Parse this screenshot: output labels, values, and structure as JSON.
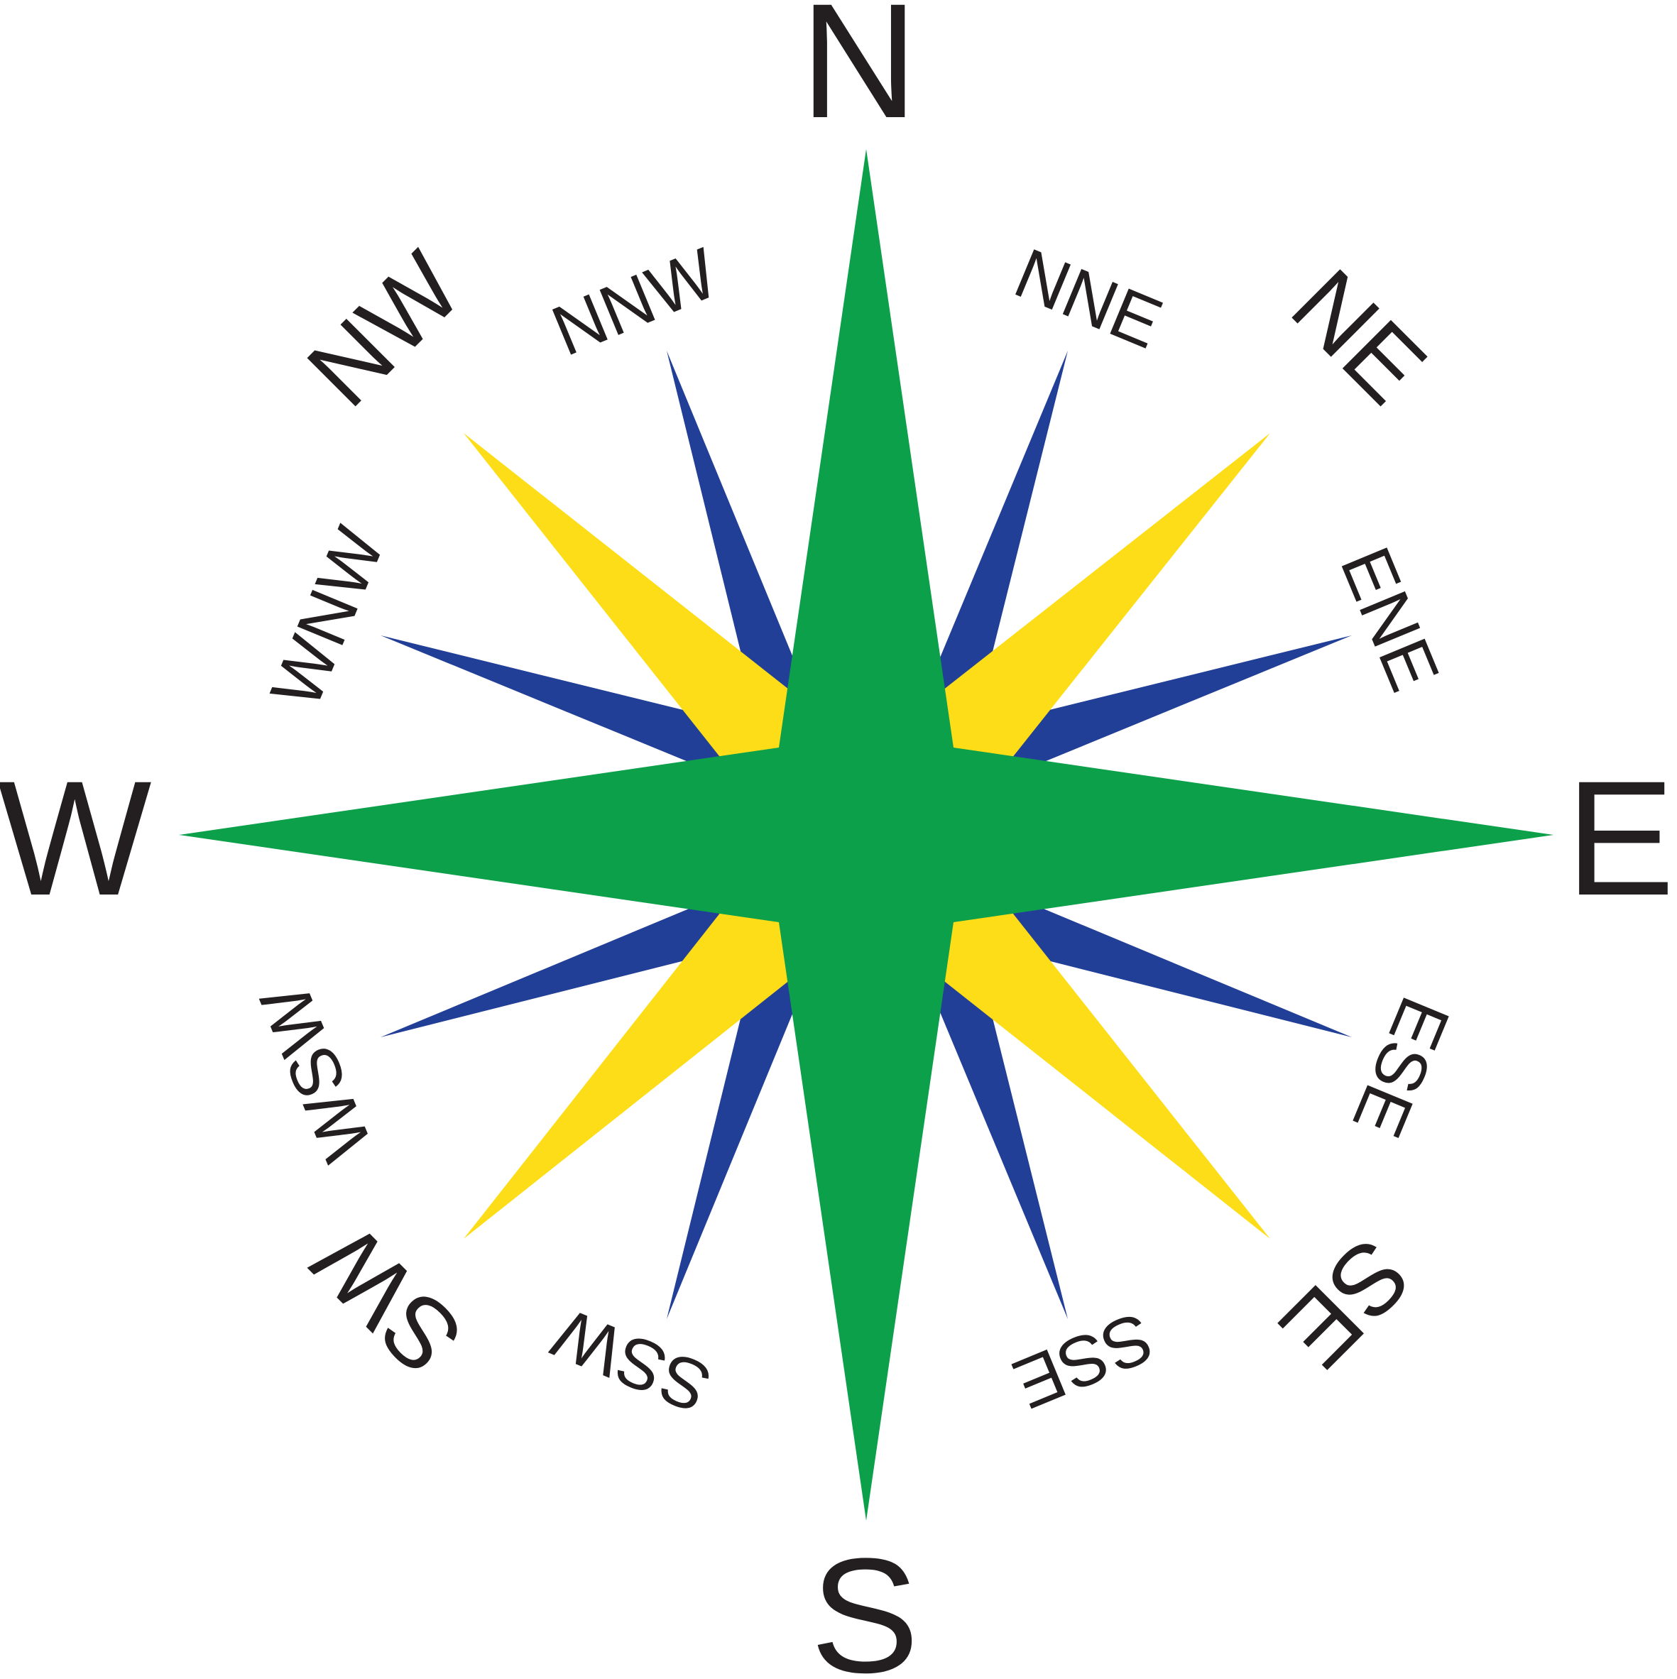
{
  "colors": {
    "cardinal_rays": "#0da04b",
    "intercardinal_rays": "#fddd17",
    "secondary_rays": "#223f97",
    "label_text": "#231f20",
    "background": "#ffffff"
  },
  "labels": {
    "cardinal": {
      "n": "N",
      "e": "E",
      "s": "S",
      "w": "W"
    },
    "intercardinal": {
      "ne": "NE",
      "se": "SE",
      "sw": "SW",
      "nw": "NW"
    },
    "secondary": {
      "nne": "NNE",
      "ene": "ENE",
      "ese": "ESE",
      "sse": "SSE",
      "ssw": "SSW",
      "wsw": "WSW",
      "wnw": "WNW",
      "nnw": "NNW"
    }
  }
}
